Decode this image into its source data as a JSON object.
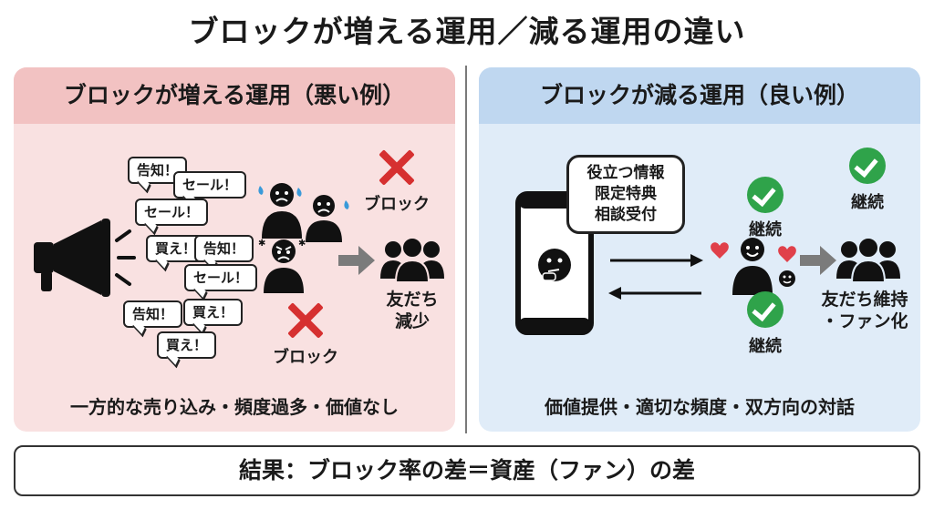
{
  "title": "ブロックが増える運用／減る運用の違い",
  "left_panel": {
    "heading": "ブロックが増える運用（悪い例）",
    "bubbles": [
      "告知！",
      "セール！",
      "セール！",
      "買え！",
      "告知！",
      "セール！",
      "告知！",
      "買え！",
      "買え！"
    ],
    "block_label_top": "ブロック",
    "block_label_bottom": "ブロック",
    "outcome": "友だち\n減少",
    "outcome_line1": "友だち",
    "outcome_line2": "減少",
    "summary": "一方的な売り込み・頻度過多・価値なし"
  },
  "right_panel": {
    "heading": "ブロックが減る運用（良い例）",
    "phone_bubble_line1": "役立つ情報",
    "phone_bubble_line2": "限定特典",
    "phone_bubble_line3": "相談受付",
    "continue_labels": [
      "継続",
      "継続",
      "継続"
    ],
    "outcome_line1": "友だち維持",
    "outcome_line2": "・ファン化",
    "summary": "価値提供・適切な頻度・双方向の対話"
  },
  "result": "結果：ブロック率の差＝資産（ファン）の差",
  "colors": {
    "bad_bg": "#f9e1e1",
    "bad_head": "#f2c2c2",
    "good_bg": "#e0ecf8",
    "good_head": "#bfd7f0",
    "x_red": "#d63030",
    "check_green": "#2fa34a",
    "heart_red": "#e0404a",
    "sweat_blue": "#3a9ad9"
  },
  "icons": [
    "megaphone-icon",
    "sad-person-icon",
    "angry-person-icon",
    "x-mark-icon",
    "arrow-right-icon",
    "group-icon",
    "smartphone-icon",
    "thinking-face-icon",
    "check-icon",
    "heart-icon",
    "smiling-person-icon"
  ]
}
